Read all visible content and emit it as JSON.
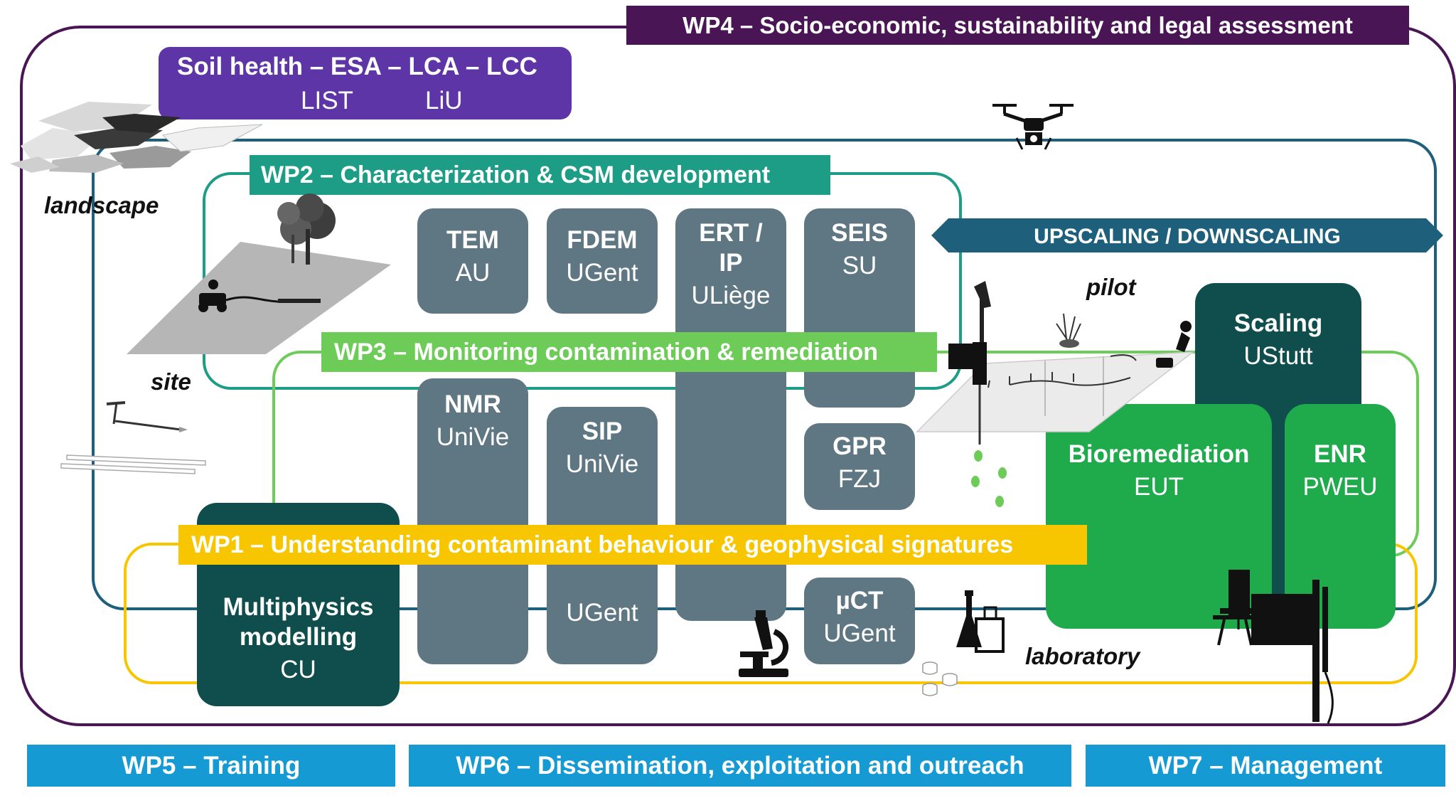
{
  "colors": {
    "wp4": "#4a1554",
    "soil": "#5e35a6",
    "wp2": "#1d9c86",
    "wp3": "#6dcc58",
    "wp1": "#f7c600",
    "outer": "#1e5f7c",
    "method": "#5e7783",
    "dark_teal": "#0f4e4c",
    "green": "#1faa4c",
    "bottom": "#159ad4"
  },
  "wp4": {
    "title": "WP4 – Socio-economic, sustainability and legal assessment"
  },
  "soil_health": {
    "title": "Soil health – ESA – LCA – LCC",
    "partners": [
      "LIST",
      "LiU"
    ]
  },
  "wp2": {
    "title": "WP2 – Characterization & CSM development"
  },
  "wp3": {
    "title": "WP3 – Monitoring contamination & remediation"
  },
  "wp1": {
    "title": "WP1 – Understanding contaminant behaviour & geophysical signatures"
  },
  "upscaling": {
    "label": "UPSCALING / DOWNSCALING"
  },
  "scale_labels": {
    "landscape": "landscape",
    "site": "site",
    "pilot": "pilot",
    "laboratory": "laboratory"
  },
  "methods": {
    "tem": {
      "title": "TEM",
      "partner": "AU"
    },
    "fdem": {
      "title": "FDEM",
      "partner": "UGent"
    },
    "ert": {
      "title_line1": "ERT /",
      "title_line2": "IP",
      "partner": "ULiège"
    },
    "seis": {
      "title": "SEIS",
      "partner": "SU"
    },
    "nmr": {
      "title": "NMR",
      "partner": "UniVie"
    },
    "sip": {
      "title": "SIP",
      "partner": "UniVie",
      "partner2": "UGent"
    },
    "gpr": {
      "title": "GPR",
      "partner": "FZJ"
    },
    "uct": {
      "title": "µCT",
      "partner": "UGent"
    }
  },
  "multiphysics": {
    "line1": "Multiphysics",
    "line2": "modelling",
    "partner": "CU"
  },
  "scaling": {
    "title": "Scaling",
    "partner": "UStutt"
  },
  "bioremediation": {
    "title": "Bioremediation",
    "partner": "EUT"
  },
  "enr": {
    "title": "ENR",
    "partner": "PWEU"
  },
  "bottom": {
    "wp5": "WP5 – Training",
    "wp6": "WP6 – Dissemination, exploitation and outreach",
    "wp7": "WP7 – Management"
  }
}
